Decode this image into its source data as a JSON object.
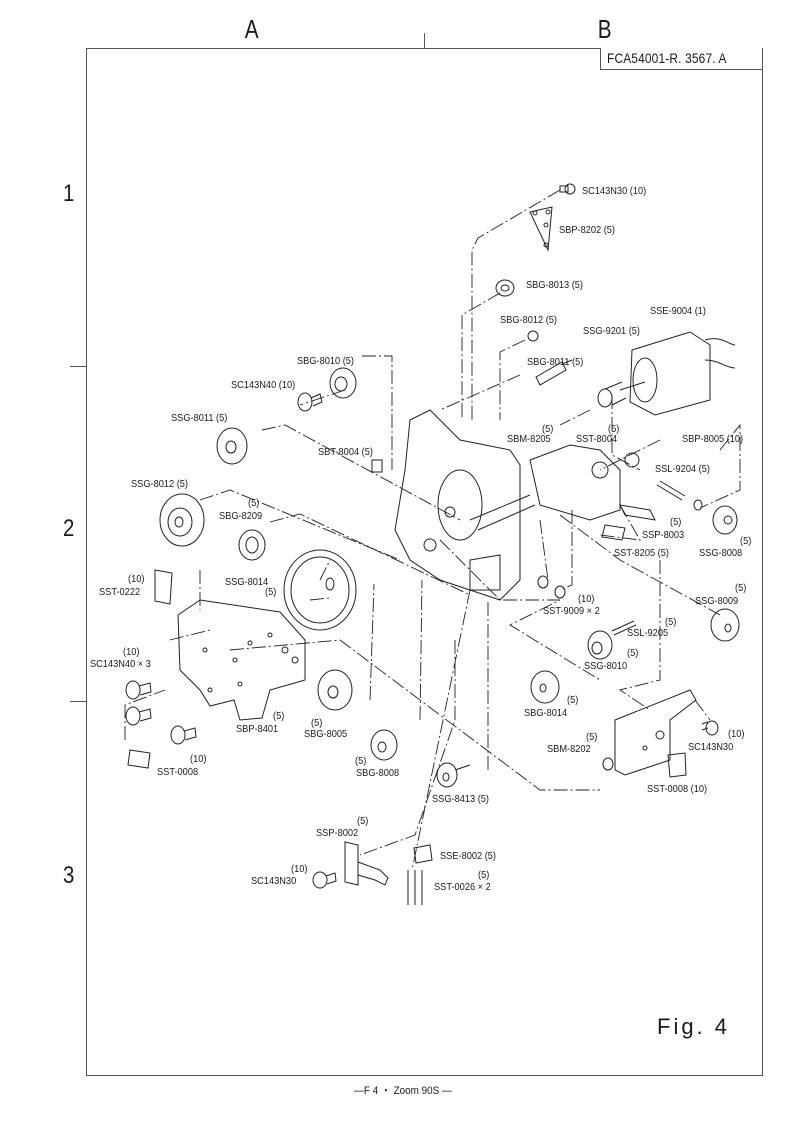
{
  "sheet": {
    "columns": [
      "A",
      "B"
    ],
    "rows": [
      "1",
      "2",
      "3"
    ],
    "code": "FCA54001-R. 3567. A",
    "figure": "Fig.  4",
    "footer": "—F 4 ・ Zoom 90S  —"
  },
  "parts": [
    {
      "id": "p1",
      "part": "SC143N30",
      "qty": "(10)",
      "text": "SC143N30 (10)"
    },
    {
      "id": "p2",
      "part": "SBP-8202",
      "qty": "(5)",
      "text": "SBP-8202 (5)"
    },
    {
      "id": "p3",
      "part": "SBG-8013",
      "qty": "(5)",
      "text": "SBG-8013 (5)"
    },
    {
      "id": "p4",
      "part": "SBG-8012",
      "qty": "(5)",
      "text": "SBG-8012 (5)"
    },
    {
      "id": "p5",
      "part": "SSE-9004",
      "qty": "(1)",
      "text": "SSE-9004 (1)"
    },
    {
      "id": "p6",
      "part": "SSG-9201",
      "qty": "(5)",
      "text": "SSG-9201 (5)"
    },
    {
      "id": "p7",
      "part": "SBG-8011",
      "qty": "(5)",
      "text": "SBG-8011 (5)"
    },
    {
      "id": "p8",
      "part": "SBG-8010",
      "qty": "(5)",
      "text": "SBG-8010 (5)"
    },
    {
      "id": "p9",
      "part": "SC143N40",
      "qty": "(10)",
      "text": "SC143N40 (10)"
    },
    {
      "id": "p10",
      "part": "SSG-8011",
      "qty": "(5)",
      "text": "SSG-8011 (5)"
    },
    {
      "id": "p11",
      "part": "SBT-8004",
      "qty": "(5)",
      "text": "SBT-8004 (5)"
    },
    {
      "id": "p12",
      "part": "SBM-8205",
      "qty": "(5)",
      "text": "SBM-8205"
    },
    {
      "id": "p13",
      "part": "SST-8004",
      "qty": "(5)",
      "text": "SST-8004"
    },
    {
      "id": "p14",
      "part": "SBP-8005",
      "qty": "(10)",
      "text": "SBP-8005 (10)"
    },
    {
      "id": "p15",
      "part": "SSL-9204",
      "qty": "(5)",
      "text": "SSL-9204 (5)"
    },
    {
      "id": "p16",
      "part": "SSP-8003",
      "qty": "(5)",
      "text": "SSP-8003"
    },
    {
      "id": "p17",
      "part": "SST-8205",
      "qty": "(5)",
      "text": "SST-8205  (5)"
    },
    {
      "id": "p18",
      "part": "SSG-8008",
      "qty": "(5)",
      "text": "SSG-8008"
    },
    {
      "id": "p19",
      "part": "SSG-8012",
      "qty": "(5)",
      "text": "SSG-8012 (5)"
    },
    {
      "id": "p20",
      "part": "SBG-8209",
      "qty": "(5)",
      "text": "SBG-8209"
    },
    {
      "id": "p21",
      "part": "SST-0222",
      "qty": "(10)",
      "text": "SST-0222"
    },
    {
      "id": "p22",
      "part": "SSG-8014",
      "qty": "(5)",
      "text": "SSG-8014"
    },
    {
      "id": "p23",
      "part": "SST-9009 × 2",
      "qty": "(10)",
      "text": "SST-9009 × 2"
    },
    {
      "id": "p24",
      "part": "SSG-8009",
      "qty": "(5)",
      "text": "SSG-8009"
    },
    {
      "id": "p25",
      "part": "SSL-9205",
      "qty": "(5)",
      "text": "SSL-9205"
    },
    {
      "id": "p26",
      "part": "SSG-8010",
      "qty": "(5)",
      "text": "SSG-8010"
    },
    {
      "id": "p27",
      "part": "SC143N40 × 3",
      "qty": "(10)",
      "text": "SC143N40 × 3"
    },
    {
      "id": "p28",
      "part": "SBG-8014",
      "qty": "(5)",
      "text": "SBG-8014"
    },
    {
      "id": "p29",
      "part": "SBP-8401",
      "qty": "(5)",
      "text": "SBP-8401"
    },
    {
      "id": "p30",
      "part": "SBG-8005",
      "qty": "(5)",
      "text": "SBG-8005"
    },
    {
      "id": "p31",
      "part": "SBM-8202",
      "qty": "(5)",
      "text": "SBM-8202"
    },
    {
      "id": "p32",
      "part": "SC143N30",
      "qty": "(10)",
      "text": "SC143N30"
    },
    {
      "id": "p33",
      "part": "SST-0008",
      "qty": "(10)",
      "text": "SST-0008"
    },
    {
      "id": "p34",
      "part": "SBG-8008",
      "qty": "(5)",
      "text": "SBG-8008"
    },
    {
      "id": "p35",
      "part": "SSG-8413",
      "qty": "(5)",
      "text": "SSG-8413  (5)"
    },
    {
      "id": "p36",
      "part": "SST-0008",
      "qty": "(10)",
      "text": "SST-0008  (10)"
    },
    {
      "id": "p37",
      "part": "SSP-8002",
      "qty": "(5)",
      "text": "SSP-8002"
    },
    {
      "id": "p38",
      "part": "SSE-8002",
      "qty": "(5)",
      "text": "SSE-8002  (5)"
    },
    {
      "id": "p39",
      "part": "SC143N30",
      "qty": "(10)",
      "text": "SC143N30"
    },
    {
      "id": "p40",
      "part": "SST-0026 × 2",
      "qty": "(5)",
      "text": "SST-0026 × 2"
    }
  ]
}
